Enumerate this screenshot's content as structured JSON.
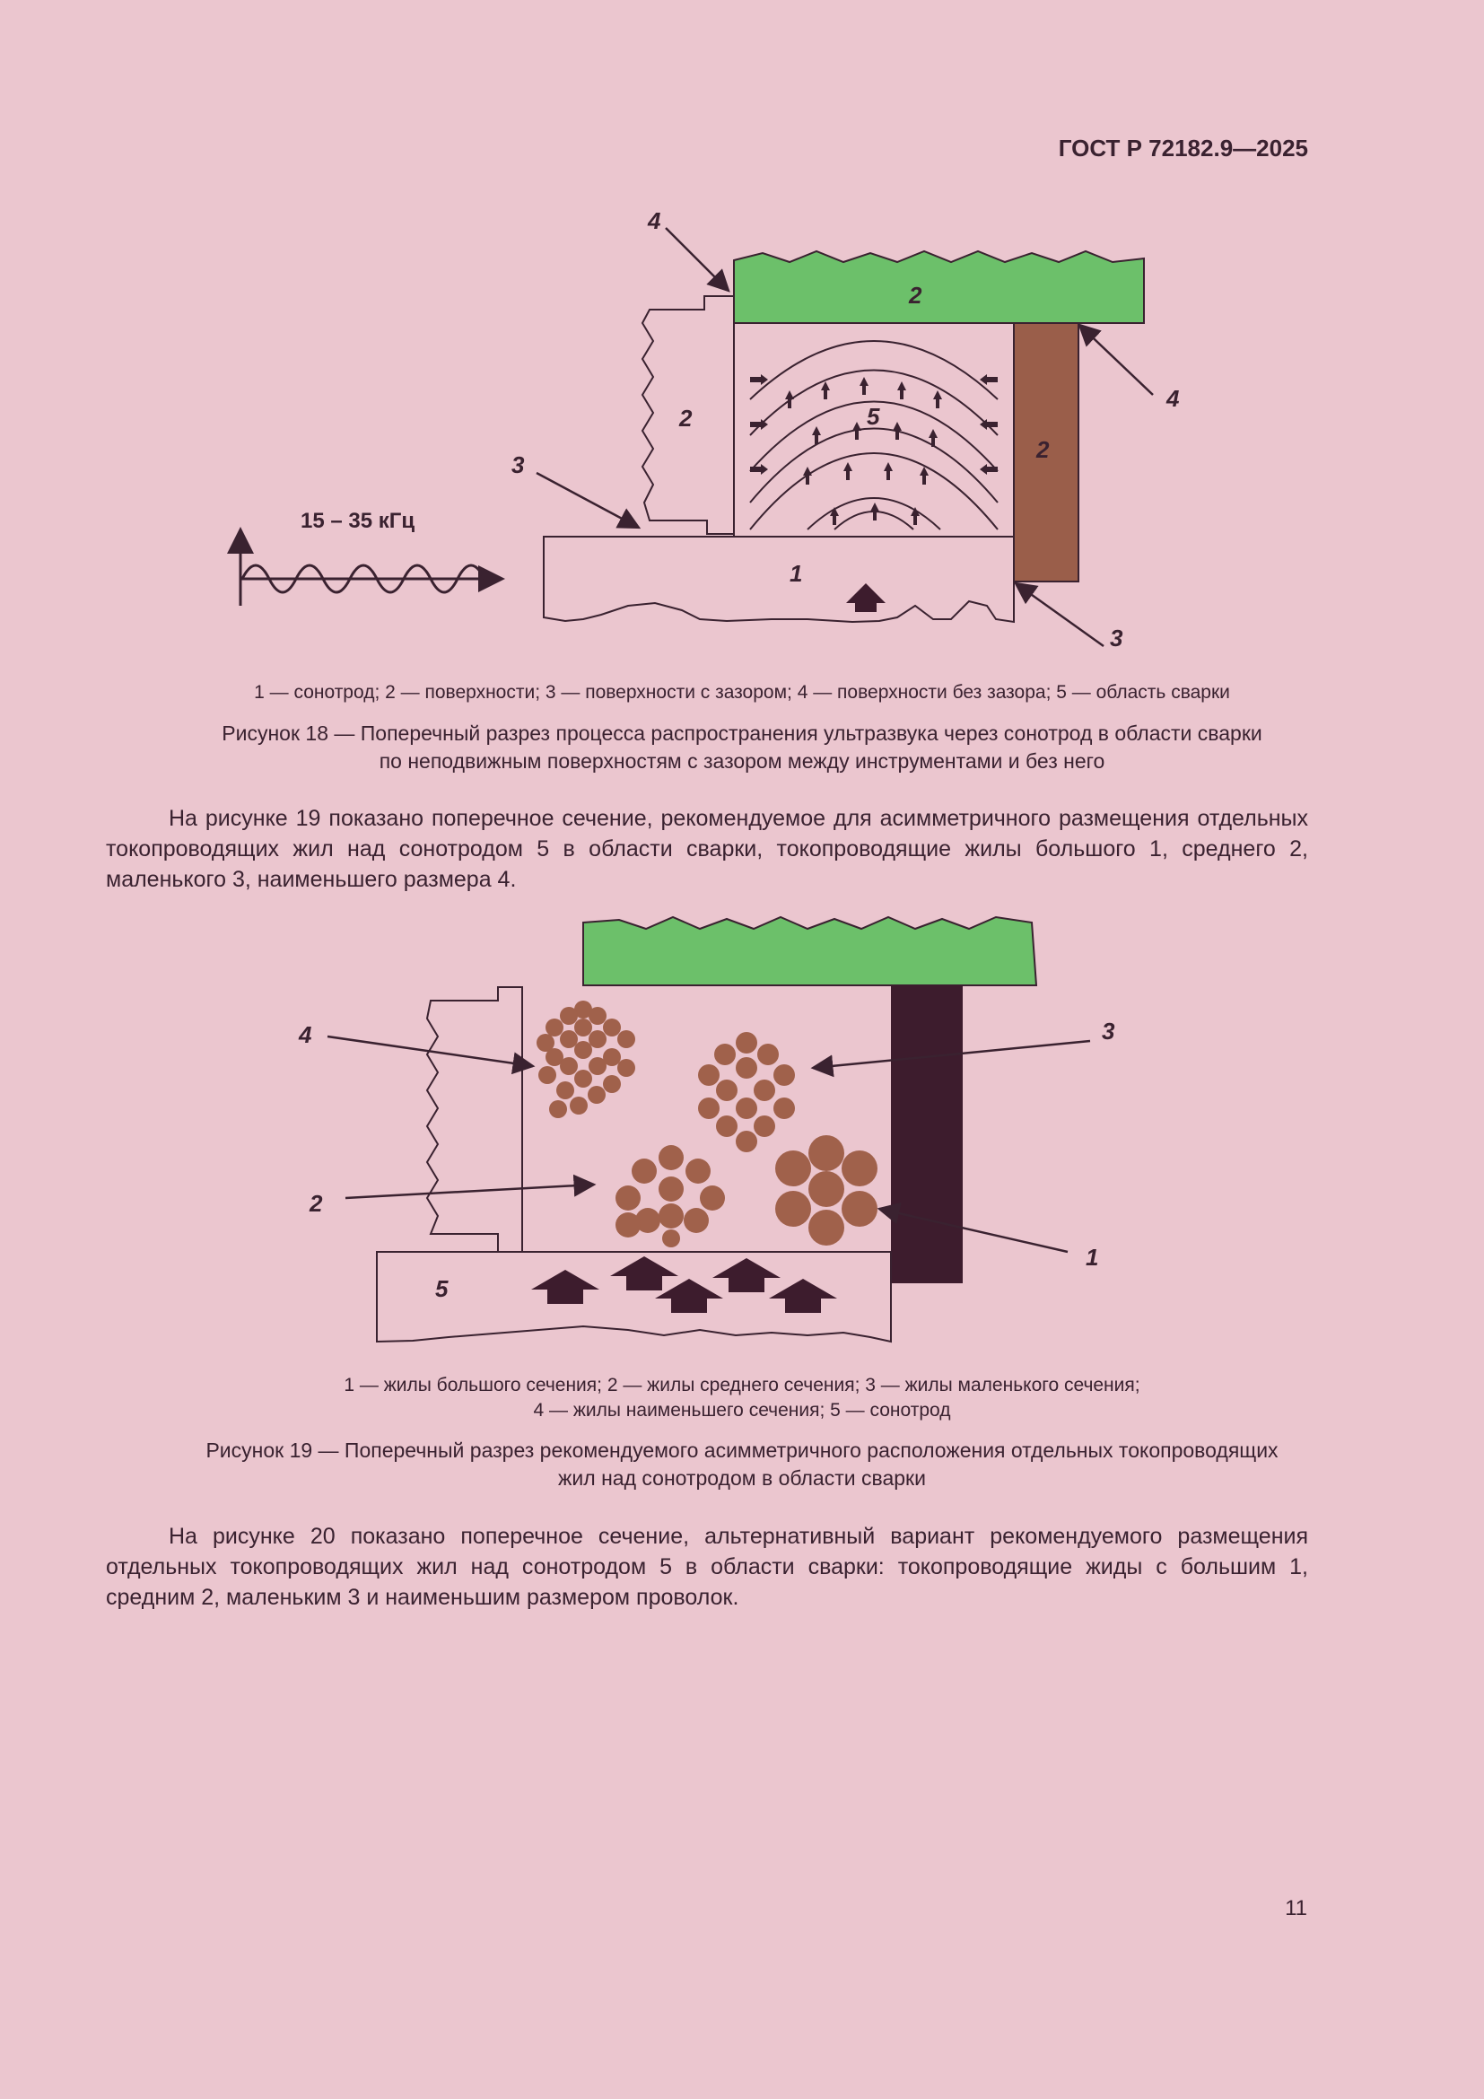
{
  "header": {
    "doc_code": "ГОСТ Р 72182.9—2025"
  },
  "figure18": {
    "labels": {
      "l1": "1",
      "l2a": "2",
      "l2b": "2",
      "l2c": "2",
      "l3a": "3",
      "l3b": "3",
      "l4a": "4",
      "l4b": "4",
      "l5": "5"
    },
    "frequency_label": "15 – 35 кГц",
    "legend": "1 — сонотрод; 2 — поверхности; 3 — поверхности с зазором; 4 — поверхности без зазора; 5 — область сварки",
    "caption_line1": "Рисунок 18 — Поперечный разрез процесса распространения ультразвука через сонотрод в области сварки",
    "caption_line2": "по неподвижным поверхностям с зазором между инструментами и без него"
  },
  "paragraph1": "На рисунке 19 показано поперечное сечение, рекомендуемое для асимметричного размещения отдельных токопроводящих жил над сонотродом 5 в области сварки, токопроводящие жилы большого 1, среднего 2, маленького 3, наименьшего размера 4.",
  "figure19": {
    "labels": {
      "l1": "1",
      "l2": "2",
      "l3": "3",
      "l4": "4",
      "l5": "5"
    },
    "legend_line1": "1 — жилы большого сечения; 2 — жилы среднего сечения; 3 — жилы маленького сечения;",
    "legend_line2": "4 — жилы наименьшего сечения; 5 — сонотрод",
    "caption_line1": "Рисунок 19 — Поперечный разрез рекомендуемого асимметричного расположения отдельных токопроводящих",
    "caption_line2": "жил над сонотродом в области сварки"
  },
  "paragraph2": "На рисунке 20 показано поперечное сечение, альтернативный вариант рекомендуемого размещения отдельных токопроводящих жил над сонотродом 5 в области сварки: токопроводящие жиды с большим 1, средним 2, маленьким 3 и наименьшим размером проволок.",
  "footer": {
    "page_number": "11"
  },
  "colors": {
    "background": "#ebc6cf",
    "green": "#6cc06a",
    "brown": "#9a5e4a",
    "dark": "#3d1c2d",
    "wire": "#a0614b"
  }
}
